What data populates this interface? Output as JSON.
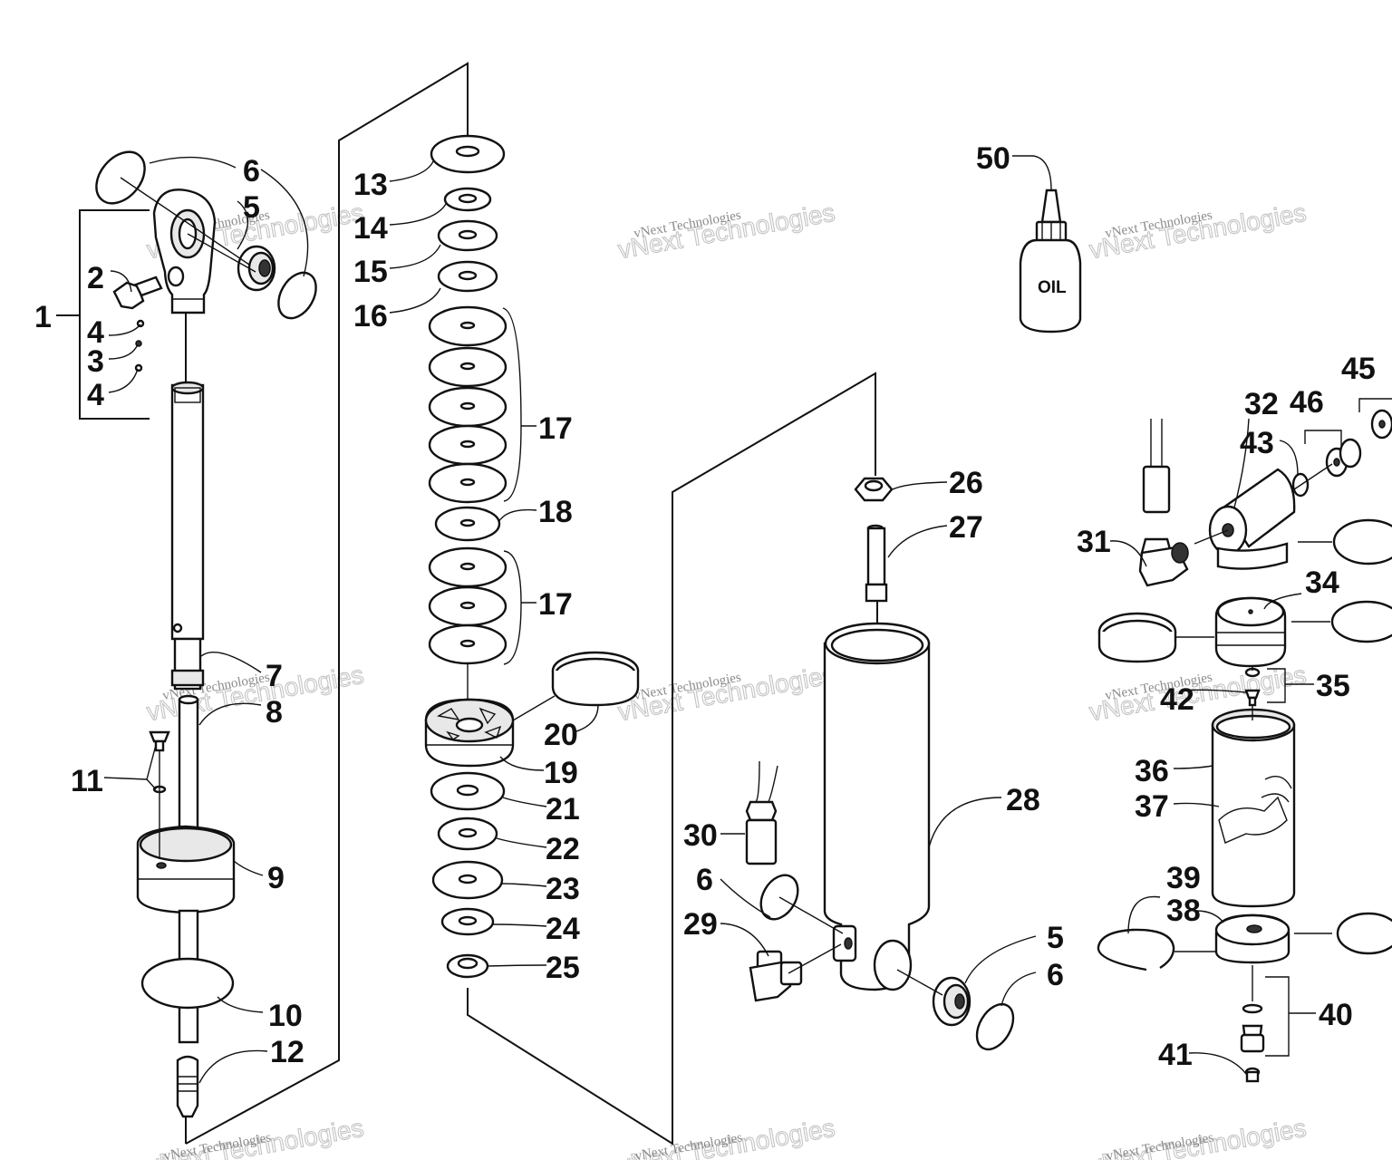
{
  "diagram": {
    "bottle_label": "OIL",
    "watermark": {
      "line1": "vNext Technologies",
      "line2": "vNext Technologies"
    },
    "callouts": [
      {
        "id": "c1",
        "text": "1"
      },
      {
        "id": "c2",
        "text": "2"
      },
      {
        "id": "c3",
        "text": "3"
      },
      {
        "id": "c4a",
        "text": "4"
      },
      {
        "id": "c4b",
        "text": "4"
      },
      {
        "id": "c5a",
        "text": "5"
      },
      {
        "id": "c6a",
        "text": "6"
      },
      {
        "id": "c7",
        "text": "7"
      },
      {
        "id": "c8",
        "text": "8"
      },
      {
        "id": "c9",
        "text": "9"
      },
      {
        "id": "c10",
        "text": "10"
      },
      {
        "id": "c11",
        "text": "11"
      },
      {
        "id": "c12",
        "text": "12"
      },
      {
        "id": "c13",
        "text": "13"
      },
      {
        "id": "c14",
        "text": "14"
      },
      {
        "id": "c15",
        "text": "15"
      },
      {
        "id": "c16",
        "text": "16"
      },
      {
        "id": "c17a",
        "text": "17"
      },
      {
        "id": "c18",
        "text": "18"
      },
      {
        "id": "c17b",
        "text": "17"
      },
      {
        "id": "c19",
        "text": "19"
      },
      {
        "id": "c20",
        "text": "20"
      },
      {
        "id": "c21",
        "text": "21"
      },
      {
        "id": "c22",
        "text": "22"
      },
      {
        "id": "c23",
        "text": "23"
      },
      {
        "id": "c24",
        "text": "24"
      },
      {
        "id": "c25",
        "text": "25"
      },
      {
        "id": "c26",
        "text": "26"
      },
      {
        "id": "c27",
        "text": "27"
      },
      {
        "id": "c28",
        "text": "28"
      },
      {
        "id": "c29",
        "text": "29"
      },
      {
        "id": "c30",
        "text": "30"
      },
      {
        "id": "c6b",
        "text": "6"
      },
      {
        "id": "c5b",
        "text": "5"
      },
      {
        "id": "c6c",
        "text": "6"
      },
      {
        "id": "c31",
        "text": "31"
      },
      {
        "id": "c32",
        "text": "32"
      },
      {
        "id": "c43",
        "text": "43"
      },
      {
        "id": "c46",
        "text": "46"
      },
      {
        "id": "c45",
        "text": "45"
      },
      {
        "id": "c34",
        "text": "34"
      },
      {
        "id": "c35",
        "text": "35"
      },
      {
        "id": "c42",
        "text": "42"
      },
      {
        "id": "c36",
        "text": "36"
      },
      {
        "id": "c37",
        "text": "37"
      },
      {
        "id": "c39",
        "text": "39"
      },
      {
        "id": "c38",
        "text": "38"
      },
      {
        "id": "c40",
        "text": "40"
      },
      {
        "id": "c41",
        "text": "41"
      },
      {
        "id": "c50",
        "text": "50"
      }
    ]
  }
}
